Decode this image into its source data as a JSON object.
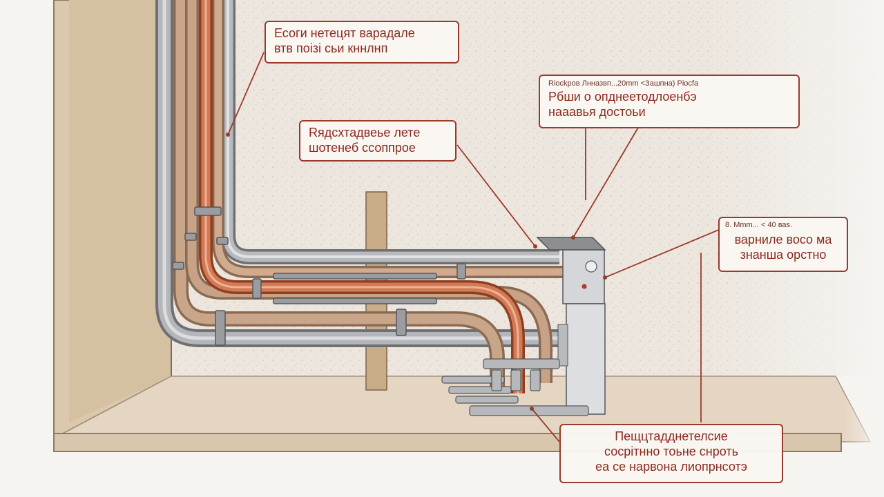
{
  "callouts": {
    "top_left": {
      "lines": [
        "Есоги нетецят варадале",
        "втв поізі сьи кннлнп"
      ]
    },
    "top_right": {
      "lines": [
        "Riockpoв Лнназвп...20mm <Зашпна) Piocfa",
        "Рбши о опднеетодлоенбэ",
        "нааавья достоьи"
      ]
    },
    "middle_left": {
      "lines": [
        "Rядсхтадвеье лете",
        "шотенеб ссоппрое"
      ]
    },
    "right": {
      "lines": [
        "8. Mmm... < 40 ваs.",
        "варнилe восо ма",
        "знанша орстно"
      ]
    },
    "bottom": {
      "lines": [
        "Пещцтадднетелсие",
        "сосрітнно тоьне снроть",
        "еа се нарвона лиопрнсотэ"
      ]
    }
  },
  "colors": {
    "callout_border": "#9a3a2c",
    "callout_text": "#8a2a1e",
    "leader_line": "#9a3a2c",
    "copper": "#c8714f",
    "steel": "#9ea0a4",
    "wood": "#d8c5aa",
    "plaster": "#ebe4dc"
  }
}
